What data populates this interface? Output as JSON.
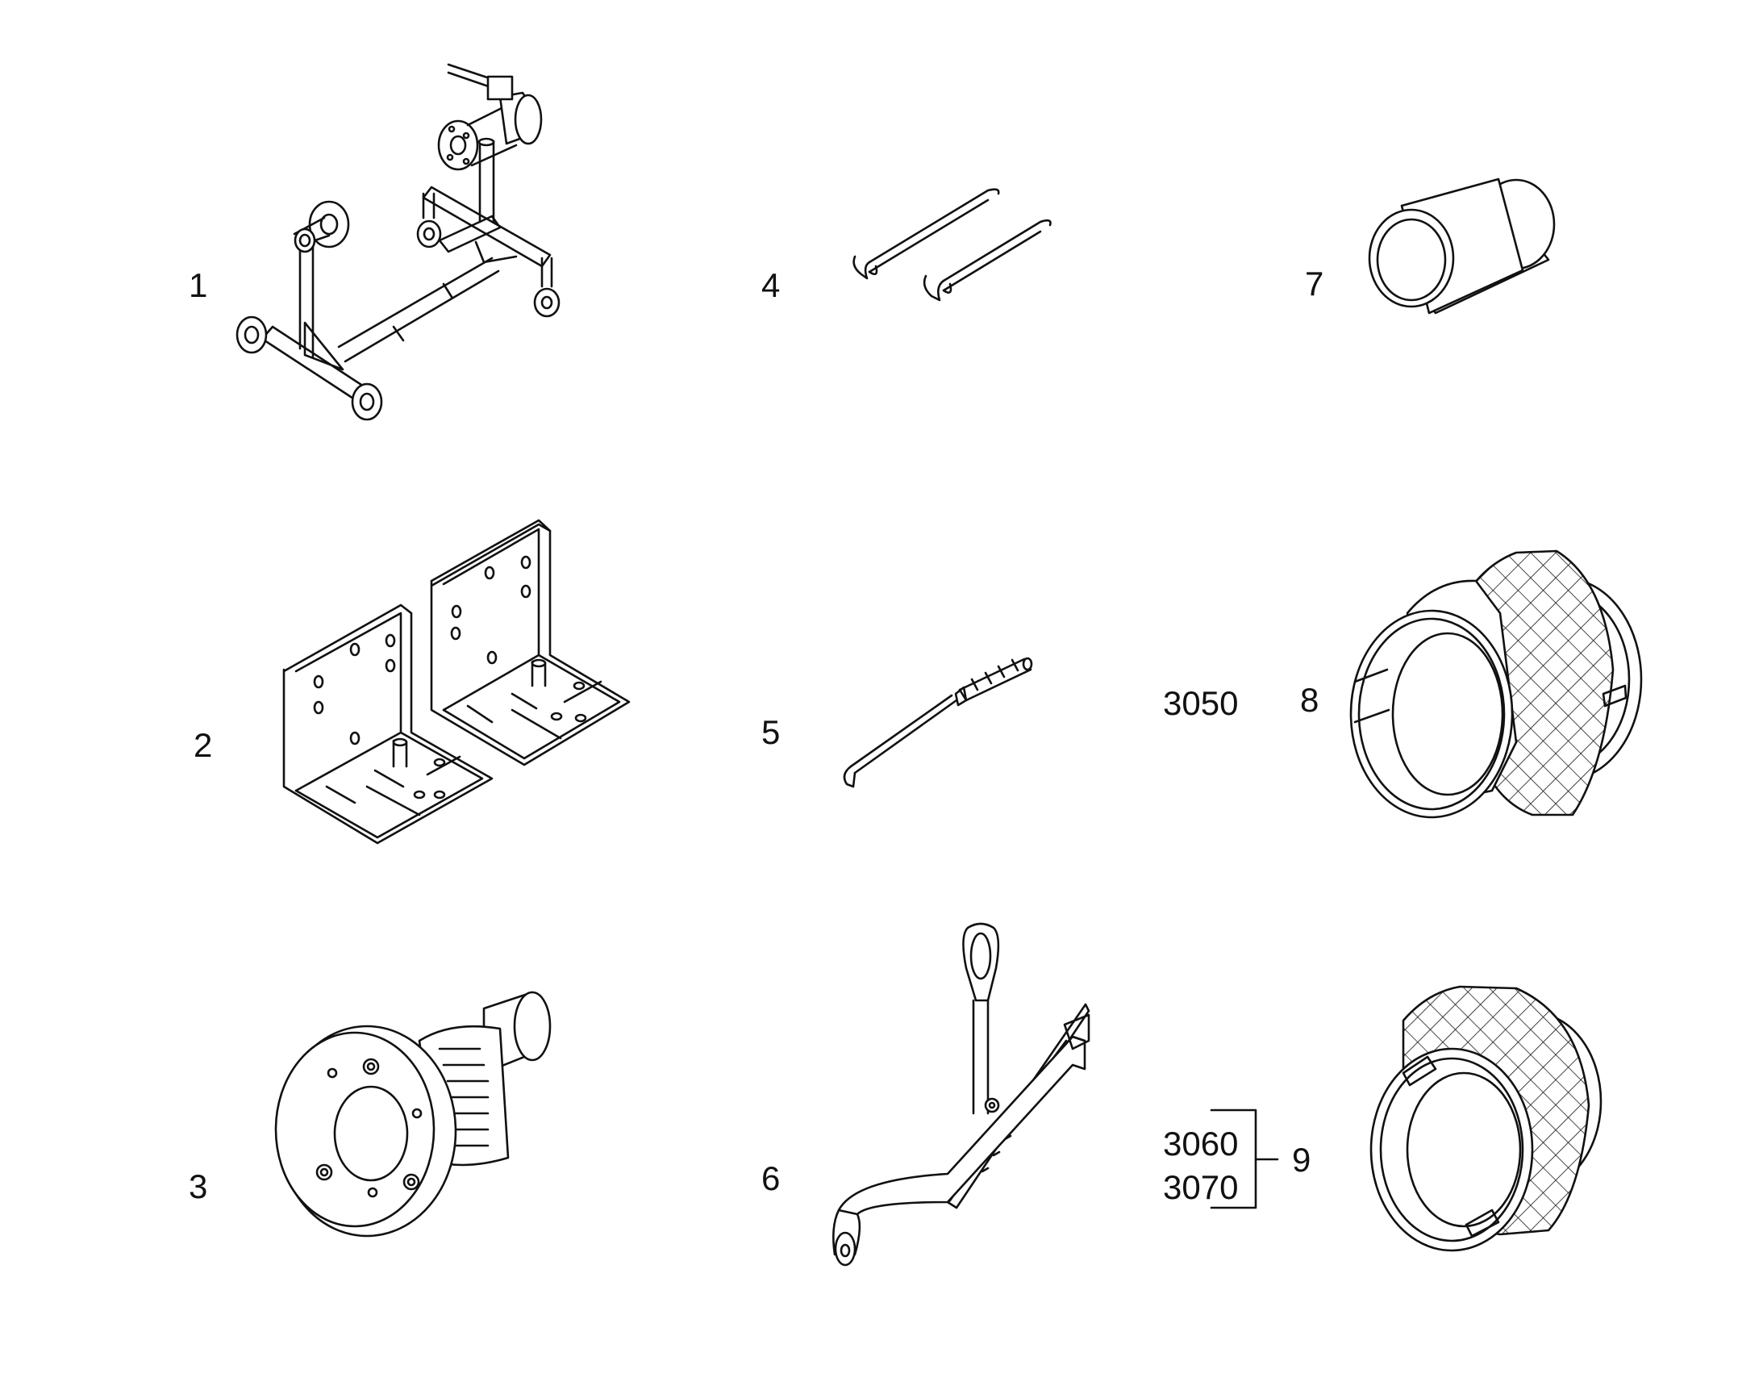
{
  "items": [
    {
      "number": "1"
    },
    {
      "number": "2"
    },
    {
      "number": "3"
    },
    {
      "number": "4"
    },
    {
      "number": "5"
    },
    {
      "number": "6"
    },
    {
      "number": "7"
    },
    {
      "number": "8",
      "codes": [
        "3050"
      ]
    },
    {
      "number": "9",
      "codes": [
        "3060",
        "3070"
      ]
    }
  ]
}
